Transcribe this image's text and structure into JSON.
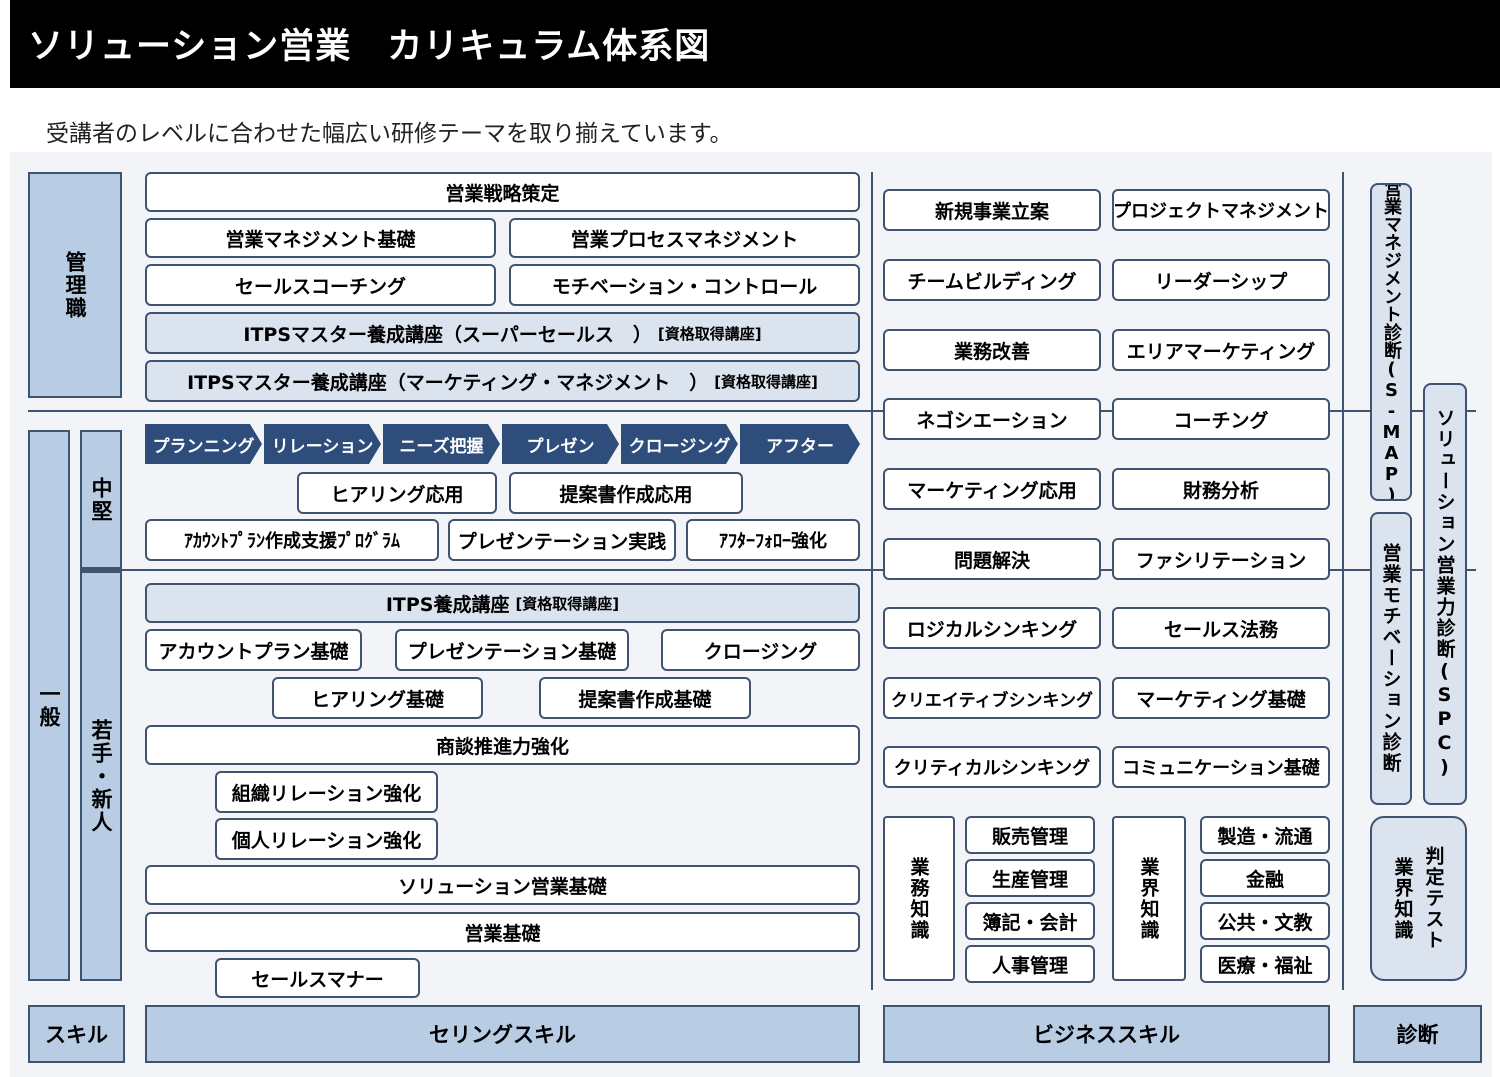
{
  "title": "ソリューション営業　カリキュラム体系図",
  "subtitle": "受講者のレベルに合わせた幅広い研修テーマを取り揃えています。",
  "levels": {
    "manager": "管理職",
    "general": "一般",
    "middle": "中堅",
    "junior": "若手・新人"
  },
  "process": [
    "プランニング",
    "リレーション",
    "ニーズ把握",
    "プレゼン",
    "クロージング",
    "アフター"
  ],
  "selling": {
    "sales_strategy": "営業戦略策定",
    "sales_mgmt_basic": "営業マネジメント基礎",
    "sales_process_mgmt": "営業プロセスマネジメント",
    "sales_coaching": "セールスコーチング",
    "motivation_control": "モチベーション・コントロール",
    "itps_master_super": "ITPSマスター養成講座（スーパーセールス　）",
    "itps_master_marketing": "ITPSマスター養成講座（マーケティング・マネジメント　）",
    "qualification_tag": "[資格取得講座]",
    "hearing_applied": "ヒアリング応用",
    "proposal_applied": "提案書作成応用",
    "account_plan_program": "ｱｶｳﾝﾄﾌﾟﾗﾝ作成支援ﾌﾟﾛｸﾞﾗﾑ",
    "presentation_practice": "プレゼンテーション実践",
    "after_follow": "ｱﾌﾀｰﾌｫﾛｰ強化",
    "itps_training": "ITPS養成講座",
    "account_plan_basic": "アカウントプラン基礎",
    "presentation_basic": "プレゼンテーション基礎",
    "closing": "クロージング",
    "hearing_basic": "ヒアリング基礎",
    "proposal_basic": "提案書作成基礎",
    "negotiation_power": "商談推進力強化",
    "org_relation": "組織リレーション強化",
    "personal_relation": "個人リレーション強化",
    "solution_sales_basic": "ソリューション営業基礎",
    "sales_basic": "営業基礎",
    "sales_manner": "セールスマナー"
  },
  "business": {
    "new_business": "新規事業立案",
    "project_mgmt": "プロジェクトマネジメント",
    "team_building": "チームビルディング",
    "leadership": "リーダーシップ",
    "business_improvement": "業務改善",
    "area_marketing": "エリアマーケティング",
    "negotiation": "ネゴシエーション",
    "coaching": "コーチング",
    "marketing_applied": "マーケティング応用",
    "financial_analysis": "財務分析",
    "problem_solving": "問題解決",
    "facilitation": "ファシリテーション",
    "logical_thinking": "ロジカルシンキング",
    "sales_law": "セールス法務",
    "creative_thinking": "クリエイティブシンキング",
    "marketing_basic": "マーケティング基礎",
    "critical_thinking": "クリティカルシンキング",
    "communication_basic": "コミュニケーション基礎",
    "work_knowledge": "業務知識",
    "sales_management": "販売管理",
    "production_management": "生産管理",
    "bookkeeping": "簿記・会計",
    "hr_management": "人事管理",
    "industry_knowledge": "業界知識",
    "manufacturing": "製造・流通",
    "finance": "金融",
    "public_education": "公共・文教",
    "medical_welfare": "医療・福祉"
  },
  "diagnosis": {
    "s_map": "営業マネジメント診断(S-MAP)",
    "spc": "ソリューション営業力診断(SPC)",
    "motivation": "営業モチベーション診断",
    "industry_test_1": "業界知識",
    "industry_test_2": "判定テスト"
  },
  "footer": {
    "skill": "スキル",
    "selling_skill": "セリングスキル",
    "business_skill": "ビジネススキル",
    "diagnosis": "診断"
  }
}
